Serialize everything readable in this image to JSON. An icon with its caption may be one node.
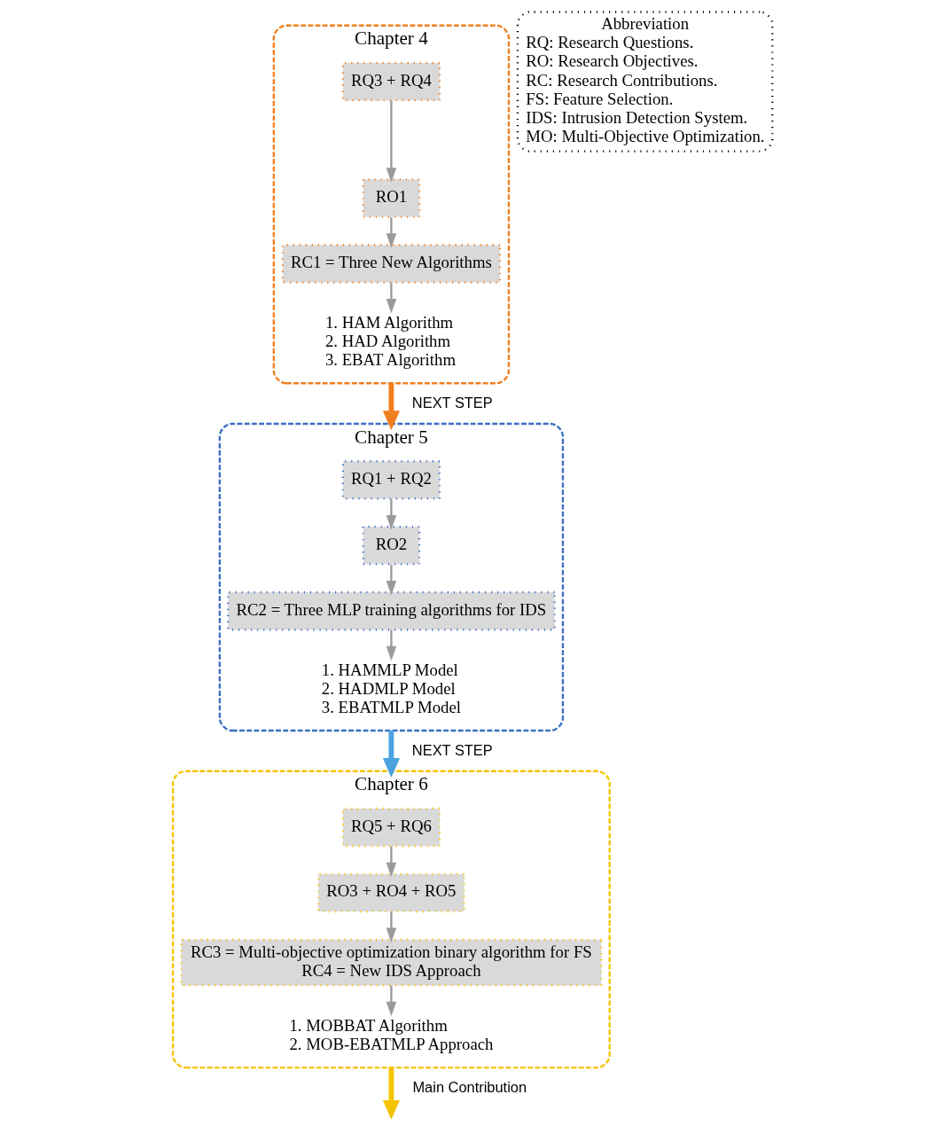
{
  "diagram": {
    "nodes": [
      {
        "text": [
          "Chapter 4"
        ]
      },
      {
        "text": [
          "RQ3 + RQ4"
        ],
        "in": 0
      },
      {
        "text": [
          "RO1"
        ],
        "in": 0
      },
      {
        "text": [
          "RC1 = Three New Algorithms"
        ],
        "in": 0
      },
      {
        "text": [
          "1. HAM Algorithm",
          "2. HAD Algorithm",
          "3. EBAT Algorithm"
        ],
        "in": 0
      },
      {
        "text": [
          "Chapter 5"
        ]
      },
      {
        "text": [
          "RQ1 + RQ2"
        ],
        "in": 5
      },
      {
        "text": [
          "RO2"
        ],
        "in": 5
      },
      {
        "text": [
          "RC2 = Three MLP training algorithms for IDS"
        ],
        "in": 5
      },
      {
        "text": [
          "1. HAMMLP Model",
          "2. HADMLP Model",
          "3. EBATMLP Model"
        ],
        "in": 5
      },
      {
        "text": [
          "Chapter 6"
        ]
      },
      {
        "text": [
          "RQ5 + RQ6"
        ],
        "in": 10
      },
      {
        "text": [
          "RO3 + RO4 + RO5"
        ],
        "in": 10
      },
      {
        "text": [
          "RC3 = Multi-objective optimization binary algorithm for FS",
          "RC4 = New IDS Approach"
        ],
        "in": 10
      },
      {
        "text": [
          "1. MOBBAT Algorithm",
          "2. MOB-EBATMLP Approach"
        ],
        "in": 10
      },
      {
        "text": [
          "Abbreviation",
          "RQ: Research Questions.",
          "RO: Research Objectives.",
          "RC: Research Contributions.",
          "FS: Feature Selection.",
          "IDS: Intrusion Detection System.",
          "MO: Multi-Objective Optimization."
        ]
      }
    ],
    "edges": [
      {
        "from": 1,
        "to": 2,
        "arrow": "to"
      },
      {
        "from": 2,
        "to": 3,
        "arrow": "to"
      },
      {
        "from": 3,
        "to": 4,
        "arrow": "to"
      },
      {
        "from": 0,
        "to": 5,
        "arrow": "to",
        "label": "NEXT STEP",
        "style": "thick",
        "color": "#f07f1f"
      },
      {
        "from": 6,
        "to": 7,
        "arrow": "to"
      },
      {
        "from": 7,
        "to": 8,
        "arrow": "to"
      },
      {
        "from": 8,
        "to": 9,
        "arrow": "to"
      },
      {
        "from": 5,
        "to": 10,
        "arrow": "to",
        "label": "NEXT STEP",
        "style": "thick",
        "color": "#4aa3df"
      },
      {
        "from": 11,
        "to": 12,
        "arrow": "to"
      },
      {
        "from": 12,
        "to": 13,
        "arrow": "to"
      },
      {
        "from": 13,
        "to": 14,
        "arrow": "to"
      },
      {
        "from": 10,
        "to": null,
        "arrow": "to",
        "label": "Main Contribution",
        "style": "thick",
        "color": "#f5c400"
      }
    ]
  }
}
